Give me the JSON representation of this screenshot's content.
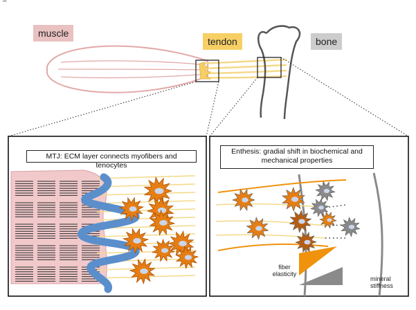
{
  "labels": {
    "corner_mark": "–",
    "muscle": "muscle",
    "tendon": "tendon",
    "bone": "bone"
  },
  "panels": {
    "mtj": {
      "title": "MTJ: ECM layer connects myofibers and tenocytes"
    },
    "enthesis": {
      "title": "Enthesis: gradial shift in biochemical and mechanical properties",
      "fiber_label": "fiber elasticity",
      "mineral_label": "mineral stiffness"
    }
  },
  "colors": {
    "muscle_tag": "#e9c1c1",
    "tendon_tag": "#f6cf65",
    "bone_tag": "#cccccc",
    "muscle_outline": "#e2a8a8",
    "muscle_fill": "#f1c9cb",
    "tendon_fiber": "#f4d98a",
    "bone_outline": "#555555",
    "ecm_blue": "#5b8fcc",
    "tenocyte_orange": "#e67e14",
    "tenocyte_dark": "#b65d12",
    "nucleus": "#c9d6ec",
    "fiber_orange": "#f0920c",
    "mineral_gray": "#8a8a8a"
  }
}
